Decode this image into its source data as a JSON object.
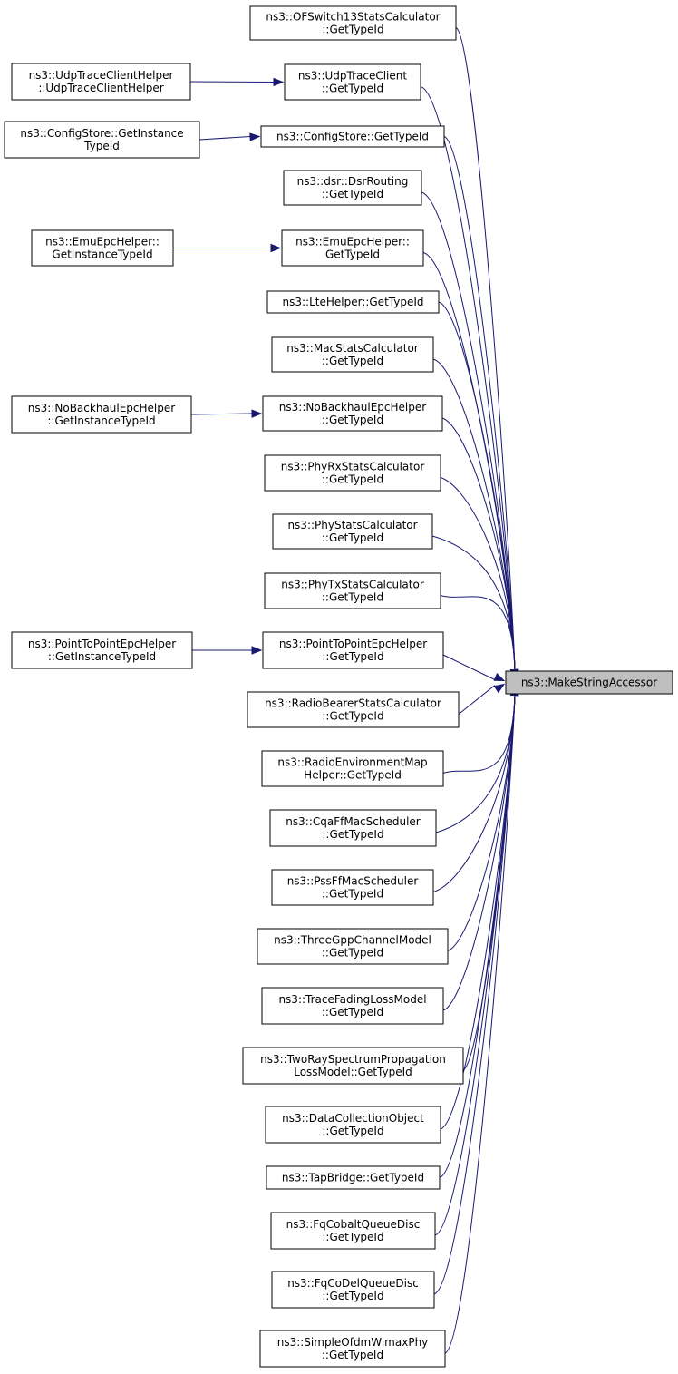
{
  "graph": {
    "target": {
      "id": "make_string_accessor",
      "lines": [
        "ns3::MakeStringAccessor"
      ]
    },
    "callers": [
      {
        "id": "ofswitch13",
        "lines": [
          "ns3::OFSwitch13StatsCalculator",
          "::GetTypeId"
        ]
      },
      {
        "id": "udp_trace_client",
        "lines": [
          "ns3::UdpTraceClient",
          "::GetTypeId"
        ]
      },
      {
        "id": "config_store",
        "lines": [
          "ns3::ConfigStore::GetTypeId"
        ]
      },
      {
        "id": "dsr_routing",
        "lines": [
          "ns3::dsr::DsrRouting",
          "::GetTypeId"
        ]
      },
      {
        "id": "emu_epc_helper",
        "lines": [
          "ns3::EmuEpcHelper::",
          "GetTypeId"
        ]
      },
      {
        "id": "lte_helper",
        "lines": [
          "ns3::LteHelper::GetTypeId"
        ]
      },
      {
        "id": "mac_stats",
        "lines": [
          "ns3::MacStatsCalculator",
          "::GetTypeId"
        ]
      },
      {
        "id": "no_backhaul",
        "lines": [
          "ns3::NoBackhaulEpcHelper",
          "::GetTypeId"
        ]
      },
      {
        "id": "phy_rx_stats",
        "lines": [
          "ns3::PhyRxStatsCalculator",
          "::GetTypeId"
        ]
      },
      {
        "id": "phy_stats",
        "lines": [
          "ns3::PhyStatsCalculator",
          "::GetTypeId"
        ]
      },
      {
        "id": "phy_tx_stats",
        "lines": [
          "ns3::PhyTxStatsCalculator",
          "::GetTypeId"
        ]
      },
      {
        "id": "p2p_epc",
        "lines": [
          "ns3::PointToPointEpcHelper",
          "::GetTypeId"
        ]
      },
      {
        "id": "radio_bearer",
        "lines": [
          "ns3::RadioBearerStatsCalculator",
          "::GetTypeId"
        ]
      },
      {
        "id": "rem_helper",
        "lines": [
          "ns3::RadioEnvironmentMap",
          "Helper::GetTypeId"
        ]
      },
      {
        "id": "cqa_ff",
        "lines": [
          "ns3::CqaFfMacScheduler",
          "::GetTypeId"
        ]
      },
      {
        "id": "pss_ff",
        "lines": [
          "ns3::PssFfMacScheduler",
          "::GetTypeId"
        ]
      },
      {
        "id": "three_gpp",
        "lines": [
          "ns3::ThreeGppChannelModel",
          "::GetTypeId"
        ]
      },
      {
        "id": "trace_fading",
        "lines": [
          "ns3::TraceFadingLossModel",
          "::GetTypeId"
        ]
      },
      {
        "id": "two_ray",
        "lines": [
          "ns3::TwoRaySpectrumPropagation",
          "LossModel::GetTypeId"
        ]
      },
      {
        "id": "data_collection",
        "lines": [
          "ns3::DataCollectionObject",
          "::GetTypeId"
        ]
      },
      {
        "id": "tap_bridge",
        "lines": [
          "ns3::TapBridge::GetTypeId"
        ]
      },
      {
        "id": "fq_cobalt",
        "lines": [
          "ns3::FqCobaltQueueDisc",
          "::GetTypeId"
        ]
      },
      {
        "id": "fq_codel",
        "lines": [
          "ns3::FqCoDelQueueDisc",
          "::GetTypeId"
        ]
      },
      {
        "id": "simple_ofdm",
        "lines": [
          "ns3::SimpleOfdmWimaxPhy",
          "::GetTypeId"
        ]
      }
    ],
    "outer_callers": [
      {
        "id": "udp_trace_client_helper",
        "lines": [
          "ns3::UdpTraceClientHelper",
          "::UdpTraceClientHelper"
        ],
        "calls": "udp_trace_client"
      },
      {
        "id": "config_store_instance",
        "lines": [
          "ns3::ConfigStore::GetInstance",
          "TypeId"
        ],
        "calls": "config_store"
      },
      {
        "id": "emu_epc_instance",
        "lines": [
          "ns3::EmuEpcHelper::",
          "GetInstanceTypeId"
        ],
        "calls": "emu_epc_helper"
      },
      {
        "id": "no_backhaul_instance",
        "lines": [
          "ns3::NoBackhaulEpcHelper",
          "::GetInstanceTypeId"
        ],
        "calls": "no_backhaul"
      },
      {
        "id": "p2p_epc_instance",
        "lines": [
          "ns3::PointToPointEpcHelper",
          "::GetInstanceTypeId"
        ],
        "calls": "p2p_epc"
      }
    ]
  }
}
